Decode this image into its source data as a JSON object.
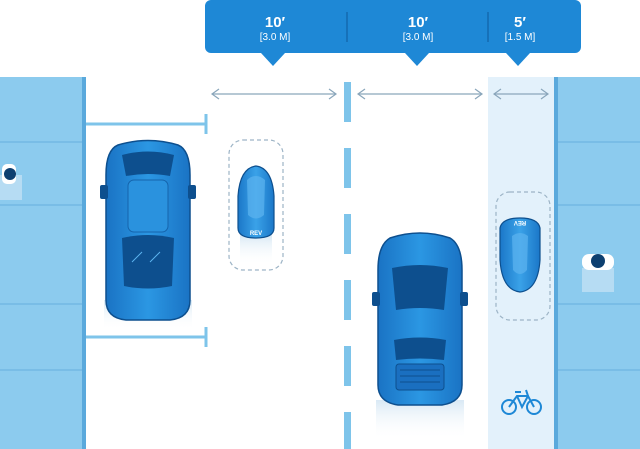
{
  "callouts": [
    {
      "feet": "10′",
      "meters": "[3.0 M]"
    },
    {
      "feet": "10′",
      "meters": "[3.0 M]"
    },
    {
      "feet": "5′",
      "meters": "[1.5 M]"
    }
  ],
  "vehicles": {
    "rev_left_label": "REV",
    "rev_right_label": "REV"
  },
  "icons": {
    "bicycle": "bicycle-icon",
    "pedestrian": "pedestrian-icon"
  },
  "colors": {
    "callout_blue": "#1e88d6",
    "sidewalk_blue": "#8ccbee",
    "bike_lane_blue": "#e3f1fb",
    "car_blue": "#1f86d5",
    "car_dark": "#0d4f8e",
    "lane_marking": "#7ec4ea",
    "arrow_gray": "#8aa6bb"
  }
}
